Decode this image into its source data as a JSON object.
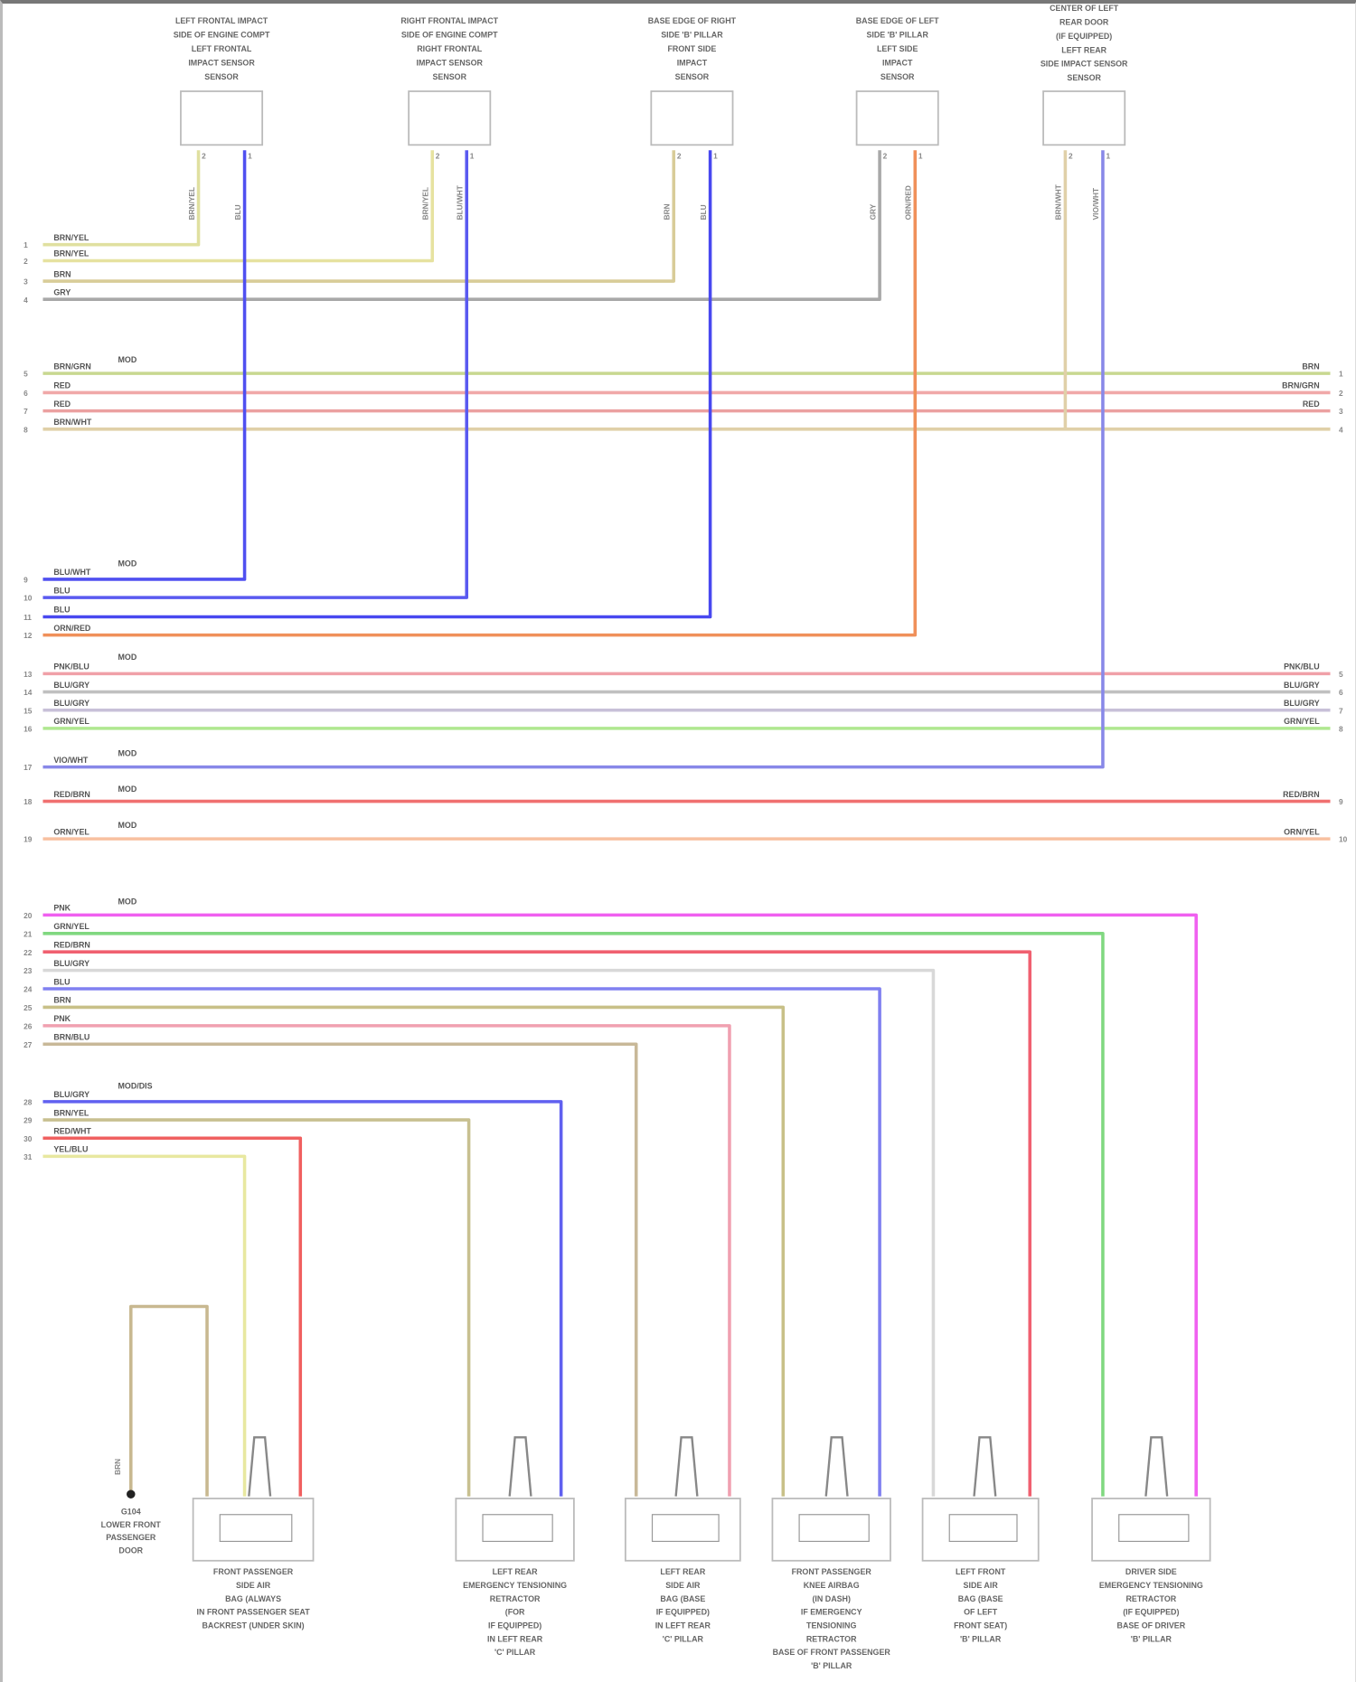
{
  "diagram": {
    "top_components": [
      {
        "lines": [
          "LEFT FRONTAL IMPACT",
          "SIDE OF ENGINE COMPT",
          "LEFT FRONTAL",
          "IMPACT SENSOR",
          "SENSOR"
        ],
        "pins": [
          "2",
          "1"
        ],
        "wire_codes": [
          "BRN/YEL",
          "BLU"
        ]
      },
      {
        "lines": [
          "RIGHT FRONTAL IMPACT",
          "SIDE OF ENGINE COMPT",
          "RIGHT FRONTAL",
          "IMPACT SENSOR",
          "SENSOR"
        ],
        "pins": [
          "2",
          "1"
        ],
        "wire_codes": [
          "BRN/YEL",
          "BLU/WHT"
        ]
      },
      {
        "lines": [
          "BASE EDGE OF RIGHT",
          "SIDE 'B' PILLAR",
          "FRONT SIDE",
          "IMPACT",
          "SENSOR"
        ],
        "pins": [
          "2",
          "1"
        ],
        "wire_codes": [
          "BRN",
          "BLU"
        ]
      },
      {
        "lines": [
          "BASE EDGE OF LEFT",
          "SIDE 'B' PILLAR",
          "LEFT SIDE",
          "IMPACT",
          "SENSOR"
        ],
        "pins": [
          "2",
          "1"
        ],
        "wire_codes": [
          "GRY",
          "ORN/RED"
        ]
      },
      {
        "lines": [
          "CENTER OF LEFT",
          "REAR DOOR",
          "(IF EQUIPPED)",
          "LEFT REAR",
          "SIDE IMPACT SENSOR",
          "SENSOR"
        ],
        "pins": [
          "2",
          "1"
        ],
        "wire_codes": [
          "BRN/WHT",
          "VIO/WHT"
        ]
      }
    ],
    "wires": [
      {
        "pin": "1",
        "label": "BRN/YEL",
        "color": "#e0e0a0"
      },
      {
        "pin": "2",
        "label": "BRN/YEL",
        "color": "#e6e2a0"
      },
      {
        "pin": "3",
        "label": "BRN",
        "color": "#d8cc98"
      },
      {
        "pin": "4",
        "label": "GRY",
        "color": "#a8a8a8"
      },
      {
        "pin": "5",
        "label": "BRN/GRN",
        "color": "#c8d890",
        "right_label": "BRN",
        "right_pin": "1"
      },
      {
        "pin": "6",
        "label": "RED",
        "color": "#f0a8a8",
        "right_label": "BRN/GRN",
        "right_pin": "2"
      },
      {
        "pin": "7",
        "label": "RED",
        "color": "#eba0a0",
        "right_label": "RED",
        "right_pin": "3"
      },
      {
        "pin": "8",
        "label": "BRN/WHT",
        "color": "#e0d0a8",
        "right_label": "",
        "right_pin": "4"
      },
      {
        "pin": "9",
        "label": "BLU/WHT",
        "color": "#5050f0"
      },
      {
        "pin": "10",
        "label": "BLU",
        "color": "#5a5af0"
      },
      {
        "pin": "11",
        "label": "BLU",
        "color": "#4848f0"
      },
      {
        "pin": "12",
        "label": "ORN/RED",
        "color": "#f0905a"
      },
      {
        "pin": "13",
        "label": "PNK/BLU",
        "color": "#f0a0a8",
        "right_label": "PNK/BLU",
        "right_pin": "5"
      },
      {
        "pin": "14",
        "label": "BLU/GRY",
        "color": "#c0c0c0",
        "right_label": "BLU/GRY",
        "right_pin": "6"
      },
      {
        "pin": "15",
        "label": "BLU/GRY",
        "color": "#c8c0d8",
        "right_label": "BLU/GRY",
        "right_pin": "7"
      },
      {
        "pin": "16",
        "label": "GRN/YEL",
        "color": "#b0e890",
        "right_label": "GRN/YEL",
        "right_pin": "8"
      },
      {
        "pin": "17",
        "label": "VIO/WHT",
        "color": "#8888e8"
      },
      {
        "pin": "18",
        "label": "RED/BRN",
        "color": "#f07070",
        "right_label": "RED/BRN",
        "right_pin": "9"
      },
      {
        "pin": "19",
        "label": "ORN/YEL",
        "color": "#f8c0a0",
        "right_label": "ORN/YEL",
        "right_pin": "10"
      },
      {
        "pin": "20",
        "label": "PNK",
        "color": "#f060f0"
      },
      {
        "pin": "21",
        "label": "GRN/YEL",
        "color": "#80d880"
      },
      {
        "pin": "22",
        "label": "RED/BRN",
        "color": "#f06070"
      },
      {
        "pin": "23",
        "label": "BLU/GRY",
        "color": "#d8d8d8"
      },
      {
        "pin": "24",
        "label": "BLU",
        "color": "#8080f0"
      },
      {
        "pin": "25",
        "label": "BRN",
        "color": "#c8c088"
      },
      {
        "pin": "26",
        "label": "PNK",
        "color": "#f0a0b0"
      },
      {
        "pin": "27",
        "label": "BRN/BLU",
        "color": "#c8b898"
      },
      {
        "pin": "28",
        "label": "BLU/GRY",
        "color": "#6060f0"
      },
      {
        "pin": "29",
        "label": "BRN/YEL",
        "color": "#c8c090"
      },
      {
        "pin": "30",
        "label": "RED/WHT",
        "color": "#f06060"
      },
      {
        "pin": "31",
        "label": "YEL/BLU",
        "color": "#e8e8a0"
      }
    ],
    "group_labels": [
      "MOD",
      "MOD",
      "MOD",
      "MOD",
      "MOD",
      "MOD",
      "MOD",
      "MOD/DIS"
    ],
    "ground": {
      "wire_code": "BRN",
      "color": "#c8b890",
      "lines": [
        "G104",
        "LOWER FRONT",
        "PASSENGER",
        "DOOR"
      ]
    },
    "bottom_components": [
      {
        "lines": [
          "FRONT PASSENGER",
          "SIDE AIR",
          "BAG (ALWAYS",
          "IN FRONT PASSENGER SEAT",
          "BACKREST (UNDER SKIN)"
        ]
      },
      {
        "lines": [
          "LEFT REAR",
          "EMERGENCY TENSIONING",
          "RETRACTOR",
          "(FOR",
          "IF EQUIPPED)",
          "IN LEFT REAR",
          "'C' PILLAR"
        ]
      },
      {
        "lines": [
          "LEFT REAR",
          "SIDE AIR",
          "BAG (BASE",
          "IF EQUIPPED)",
          "IN LEFT REAR",
          "'C' PILLAR"
        ]
      },
      {
        "lines": [
          "FRONT PASSENGER",
          "KNEE AIRBAG",
          "(IN DASH)",
          "IF EMERGENCY",
          "TENSIONING",
          "RETRACTOR",
          "BASE OF FRONT PASSENGER",
          "'B' PILLAR"
        ]
      },
      {
        "lines": [
          "LEFT FRONT",
          "SIDE AIR",
          "BAG (BASE",
          "OF LEFT",
          "FRONT SEAT)",
          "'B' PILLAR"
        ]
      },
      {
        "lines": [
          "DRIVER SIDE",
          "EMERGENCY TENSIONING",
          "RETRACTOR",
          "(IF EQUIPPED)",
          "BASE OF DRIVER",
          "'B' PILLAR"
        ]
      }
    ]
  }
}
